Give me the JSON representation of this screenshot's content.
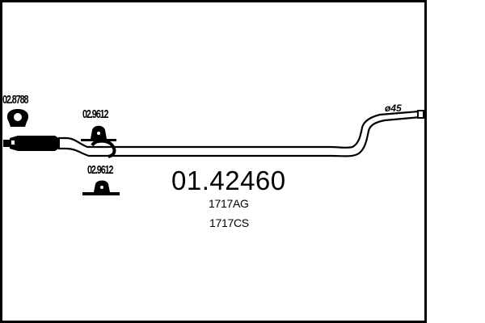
{
  "diagram": {
    "type": "exhaust-pipe-part-drawing",
    "main_part_number": "01.42460",
    "references": [
      "1717AG",
      "1717CS"
    ],
    "diameter_label": "ø45",
    "components": [
      {
        "code": "02.8788",
        "kind": "gasket-ring"
      },
      {
        "code": "02.9612",
        "kind": "rubber-mount-upper"
      },
      {
        "code": "02.9612",
        "kind": "rubber-mount-lower"
      }
    ],
    "colors": {
      "line": "#000000",
      "background": "#ffffff"
    }
  }
}
